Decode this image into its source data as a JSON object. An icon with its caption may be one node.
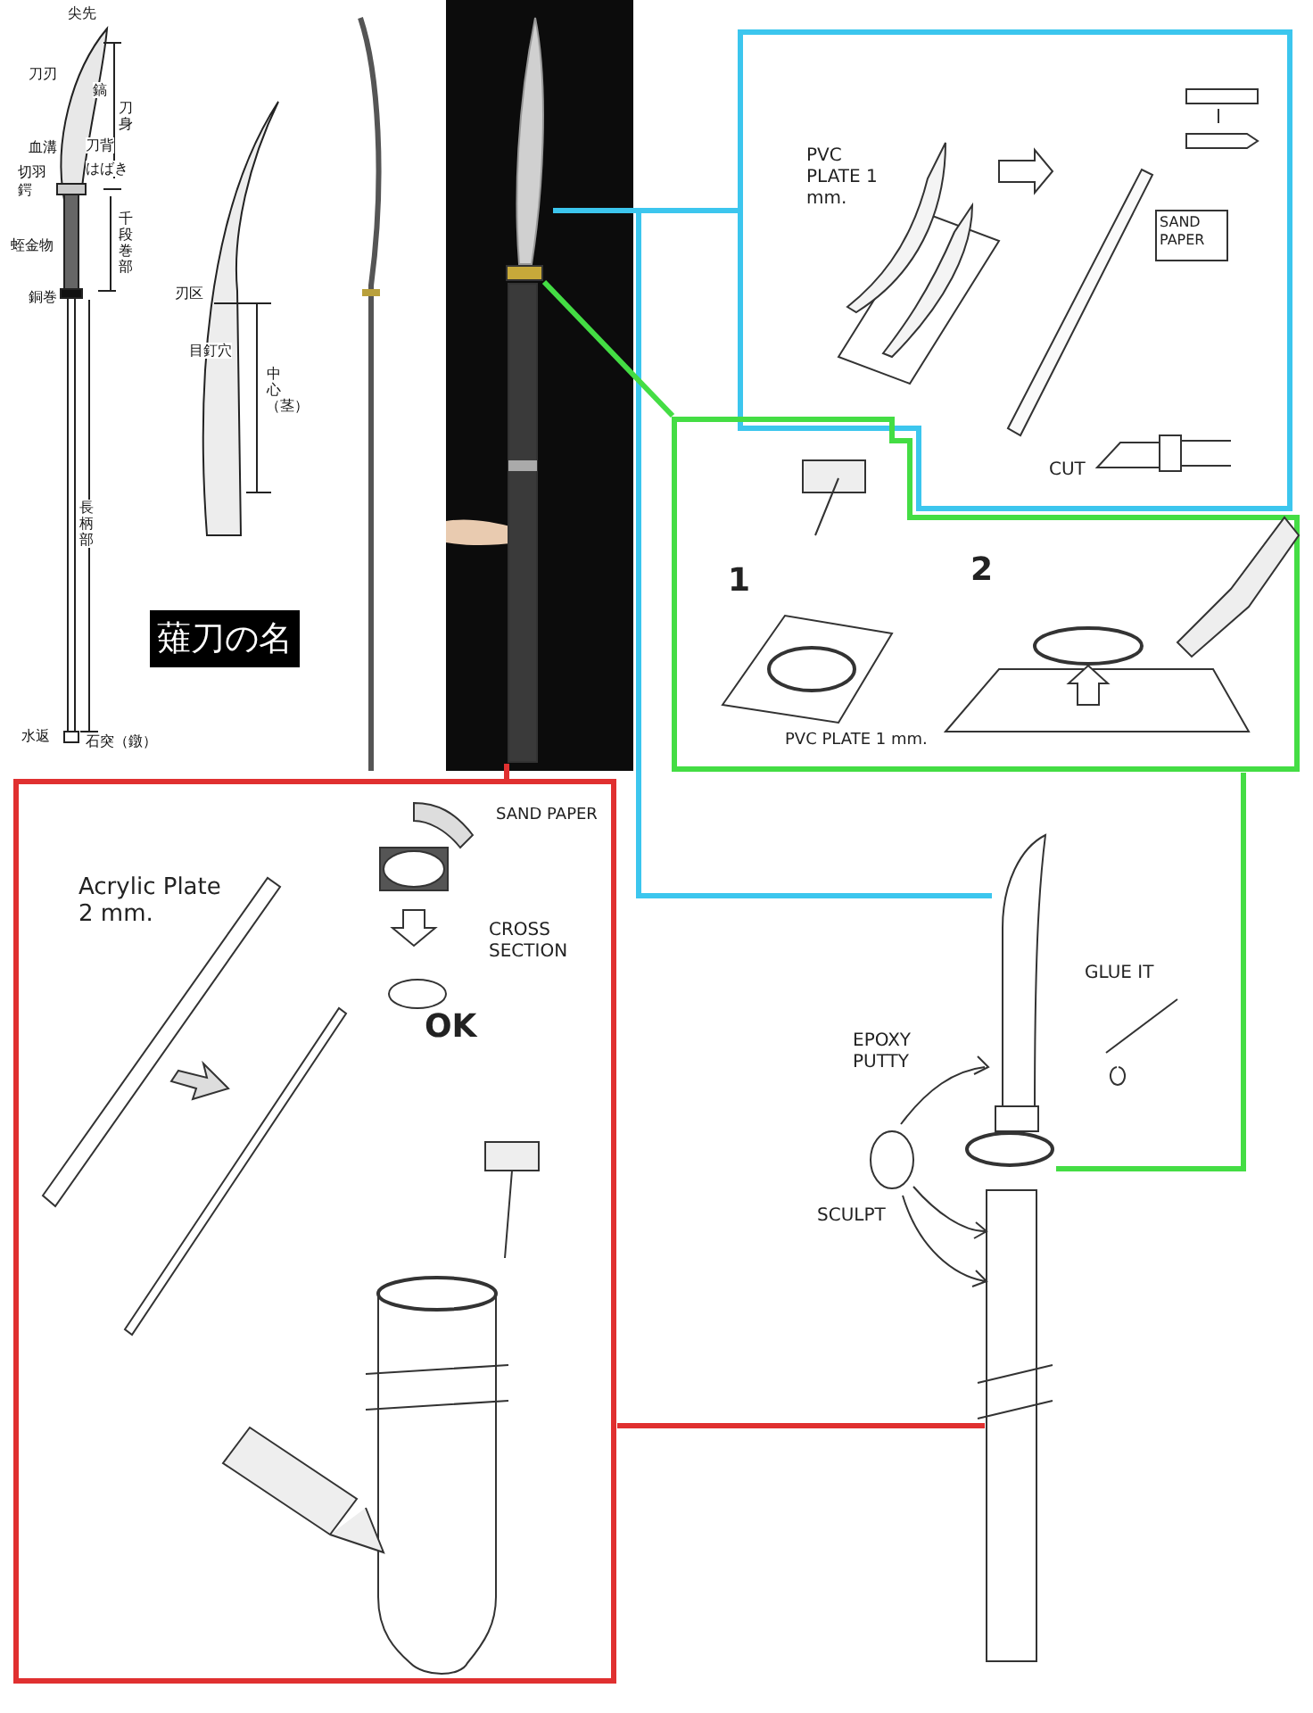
{
  "diagram": {
    "nodes": [
      {
        "text": [],
        "shape": "picture"
      },
      {
        "text": [],
        "shape": "box"
      },
      {
        "text": [],
        "shape": "box"
      },
      {
        "text": [
          "PVC PLATE 1 mm.",
          "SAND PAPER",
          "CUT"
        ]
      },
      {
        "text": [
          "1",
          "2",
          "PVC PLATE 1 mm."
        ]
      },
      {
        "text": [
          "Acrylic Plate 2 mm.",
          "SAND PAPER",
          "CROSS SECTION",
          "OK"
        ]
      },
      {
        "text": [],
        "shape": "picture"
      },
      {
        "text": [],
        "shape": "circle"
      },
      {
        "text": [],
        "shape": "box"
      }
    ],
    "edges": [
      {
        "from": 0,
        "to": 3,
        "arrow": "none",
        "color": "#3cc6ee"
      },
      {
        "from": 3,
        "to": 6,
        "arrow": "none",
        "color": "#3cc6ee"
      },
      {
        "from": 1,
        "to": 4,
        "arrow": "none",
        "color": "#44dd44"
      },
      {
        "from": 4,
        "to": 7,
        "arrow": "none",
        "color": "#44dd44"
      },
      {
        "from": 2,
        "to": 5,
        "arrow": "none",
        "color": "#e03030"
      },
      {
        "from": 5,
        "to": 8,
        "arrow": "none",
        "color": "#e03030"
      }
    ],
    "labels": [
      "尖先",
      "刀刃",
      "鎬",
      "刀身",
      "刀背",
      "血溝",
      "はばき",
      "切羽",
      "鍔",
      "千段巻部",
      "蛭金物",
      "銅巻",
      "刃区",
      "目釘穴",
      "中心（茎）",
      "長柄部",
      "水返",
      "石突（鐓）",
      "薙刀の名",
      "EPOXY PUTTY",
      "GLUE IT",
      "SCULPT"
    ]
  }
}
